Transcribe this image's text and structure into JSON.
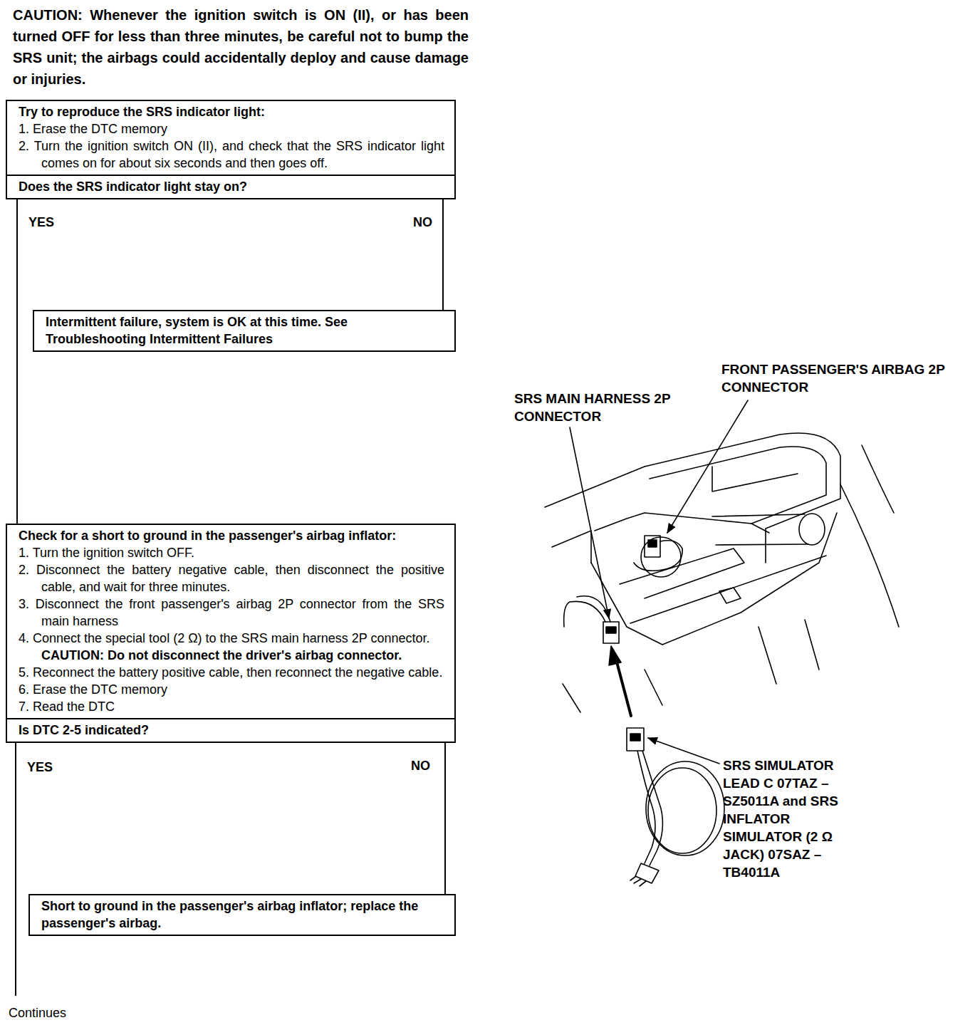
{
  "diagram": {
    "nodes": [
      {
        "text": [
          "Try to reproduce the SRS indicator light:",
          "1. Erase the DTC memory",
          "2. Turn the ignition switch ON (II), and check that the SRS indicator light comes on for about six seconds and then goes off."
        ]
      },
      {
        "text": [
          "Does the SRS indicator light stay on?"
        ]
      },
      {
        "text": [
          "Intermittent failure, system is OK at this time. See Troubleshooting Intermittent Failures"
        ]
      },
      {
        "text": [
          "Check for a short to ground in the passenger's airbag inflator:",
          "1. Turn the ignition switch OFF.",
          "2. Disconnect the battery negative cable, then disconnect the positive cable, and wait for three minutes.",
          "3. Disconnect the front passenger's airbag 2P connector from the SRS main harness",
          "4. Connect the special tool (2 Ω) to the SRS main harness 2P connector.",
          "CAUTION: Do not disconnect the driver's airbag connector.",
          "5. Reconnect the battery positive cable, then reconnect the negative cable.",
          "6. Erase the DTC memory",
          "7. Read the DTC"
        ]
      },
      {
        "text": [
          "Is DTC 2-5 indicated?"
        ]
      },
      {
        "text": [
          "Short to ground in the passenger's airbag inflator; replace the passenger's airbag."
        ]
      }
    ],
    "edges": [
      {
        "from": 1,
        "to": 3,
        "label": "YES",
        "arrow": "none"
      },
      {
        "from": 1,
        "to": 2,
        "label": "NO",
        "arrow": "none"
      },
      {
        "from": 4,
        "to": 5,
        "label": "NO",
        "arrow": "none"
      }
    ],
    "labels": [
      "CAUTION: Whenever the ignition switch is ON (II), or has been turned OFF for less than three minutes, be careful not to bump the SRS unit; the airbags could accidentally deploy and cause damage or injuries.",
      "YES",
      "Continues",
      "FRONT PASSENGER'S AIRBAG 2P CONNECTOR",
      "SRS MAIN HARNESS 2P CONNECTOR",
      "SRS SIMULATOR LEAD C 07TAZ – SZ5011A and SRS INFLATOR SIMULATOR (2 Ω JACK) 07SAZ – TB4011A"
    ]
  }
}
